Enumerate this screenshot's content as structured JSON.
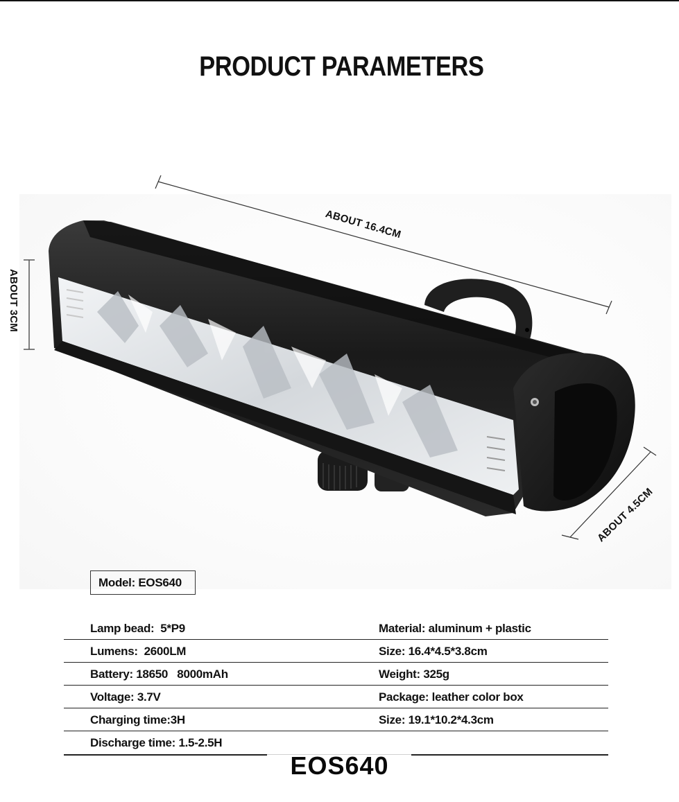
{
  "header": {
    "title": "PRODUCT PARAMETERS"
  },
  "product_image": {
    "alt": "Bicycle front light bar with handlebar mount",
    "dimensions": {
      "length_label": "ABOUT 16.4CM",
      "height_label": "ABOUT 3CM",
      "depth_label": "ABOUT 4.5CM"
    }
  },
  "model": {
    "label": "Model: EOS640",
    "watermark": "EOS640"
  },
  "specs": {
    "rows": [
      {
        "left": "Lamp bead:  5*P9",
        "right": "Material: aluminum + plastic"
      },
      {
        "left": "Lumens:  2600LM",
        "right": "Size: 16.4*4.5*3.8cm"
      },
      {
        "left": "Battery: 18650   8000mAh",
        "right": "Weight: 325g"
      },
      {
        "left": "Voltage: 3.7V",
        "right": "Package: leather color box"
      },
      {
        "left": "Charging time:3H",
        "right": "Size: 19.1*10.2*4.3cm"
      },
      {
        "left": "Discharge time: 1.5-2.5H",
        "right": ""
      }
    ]
  }
}
